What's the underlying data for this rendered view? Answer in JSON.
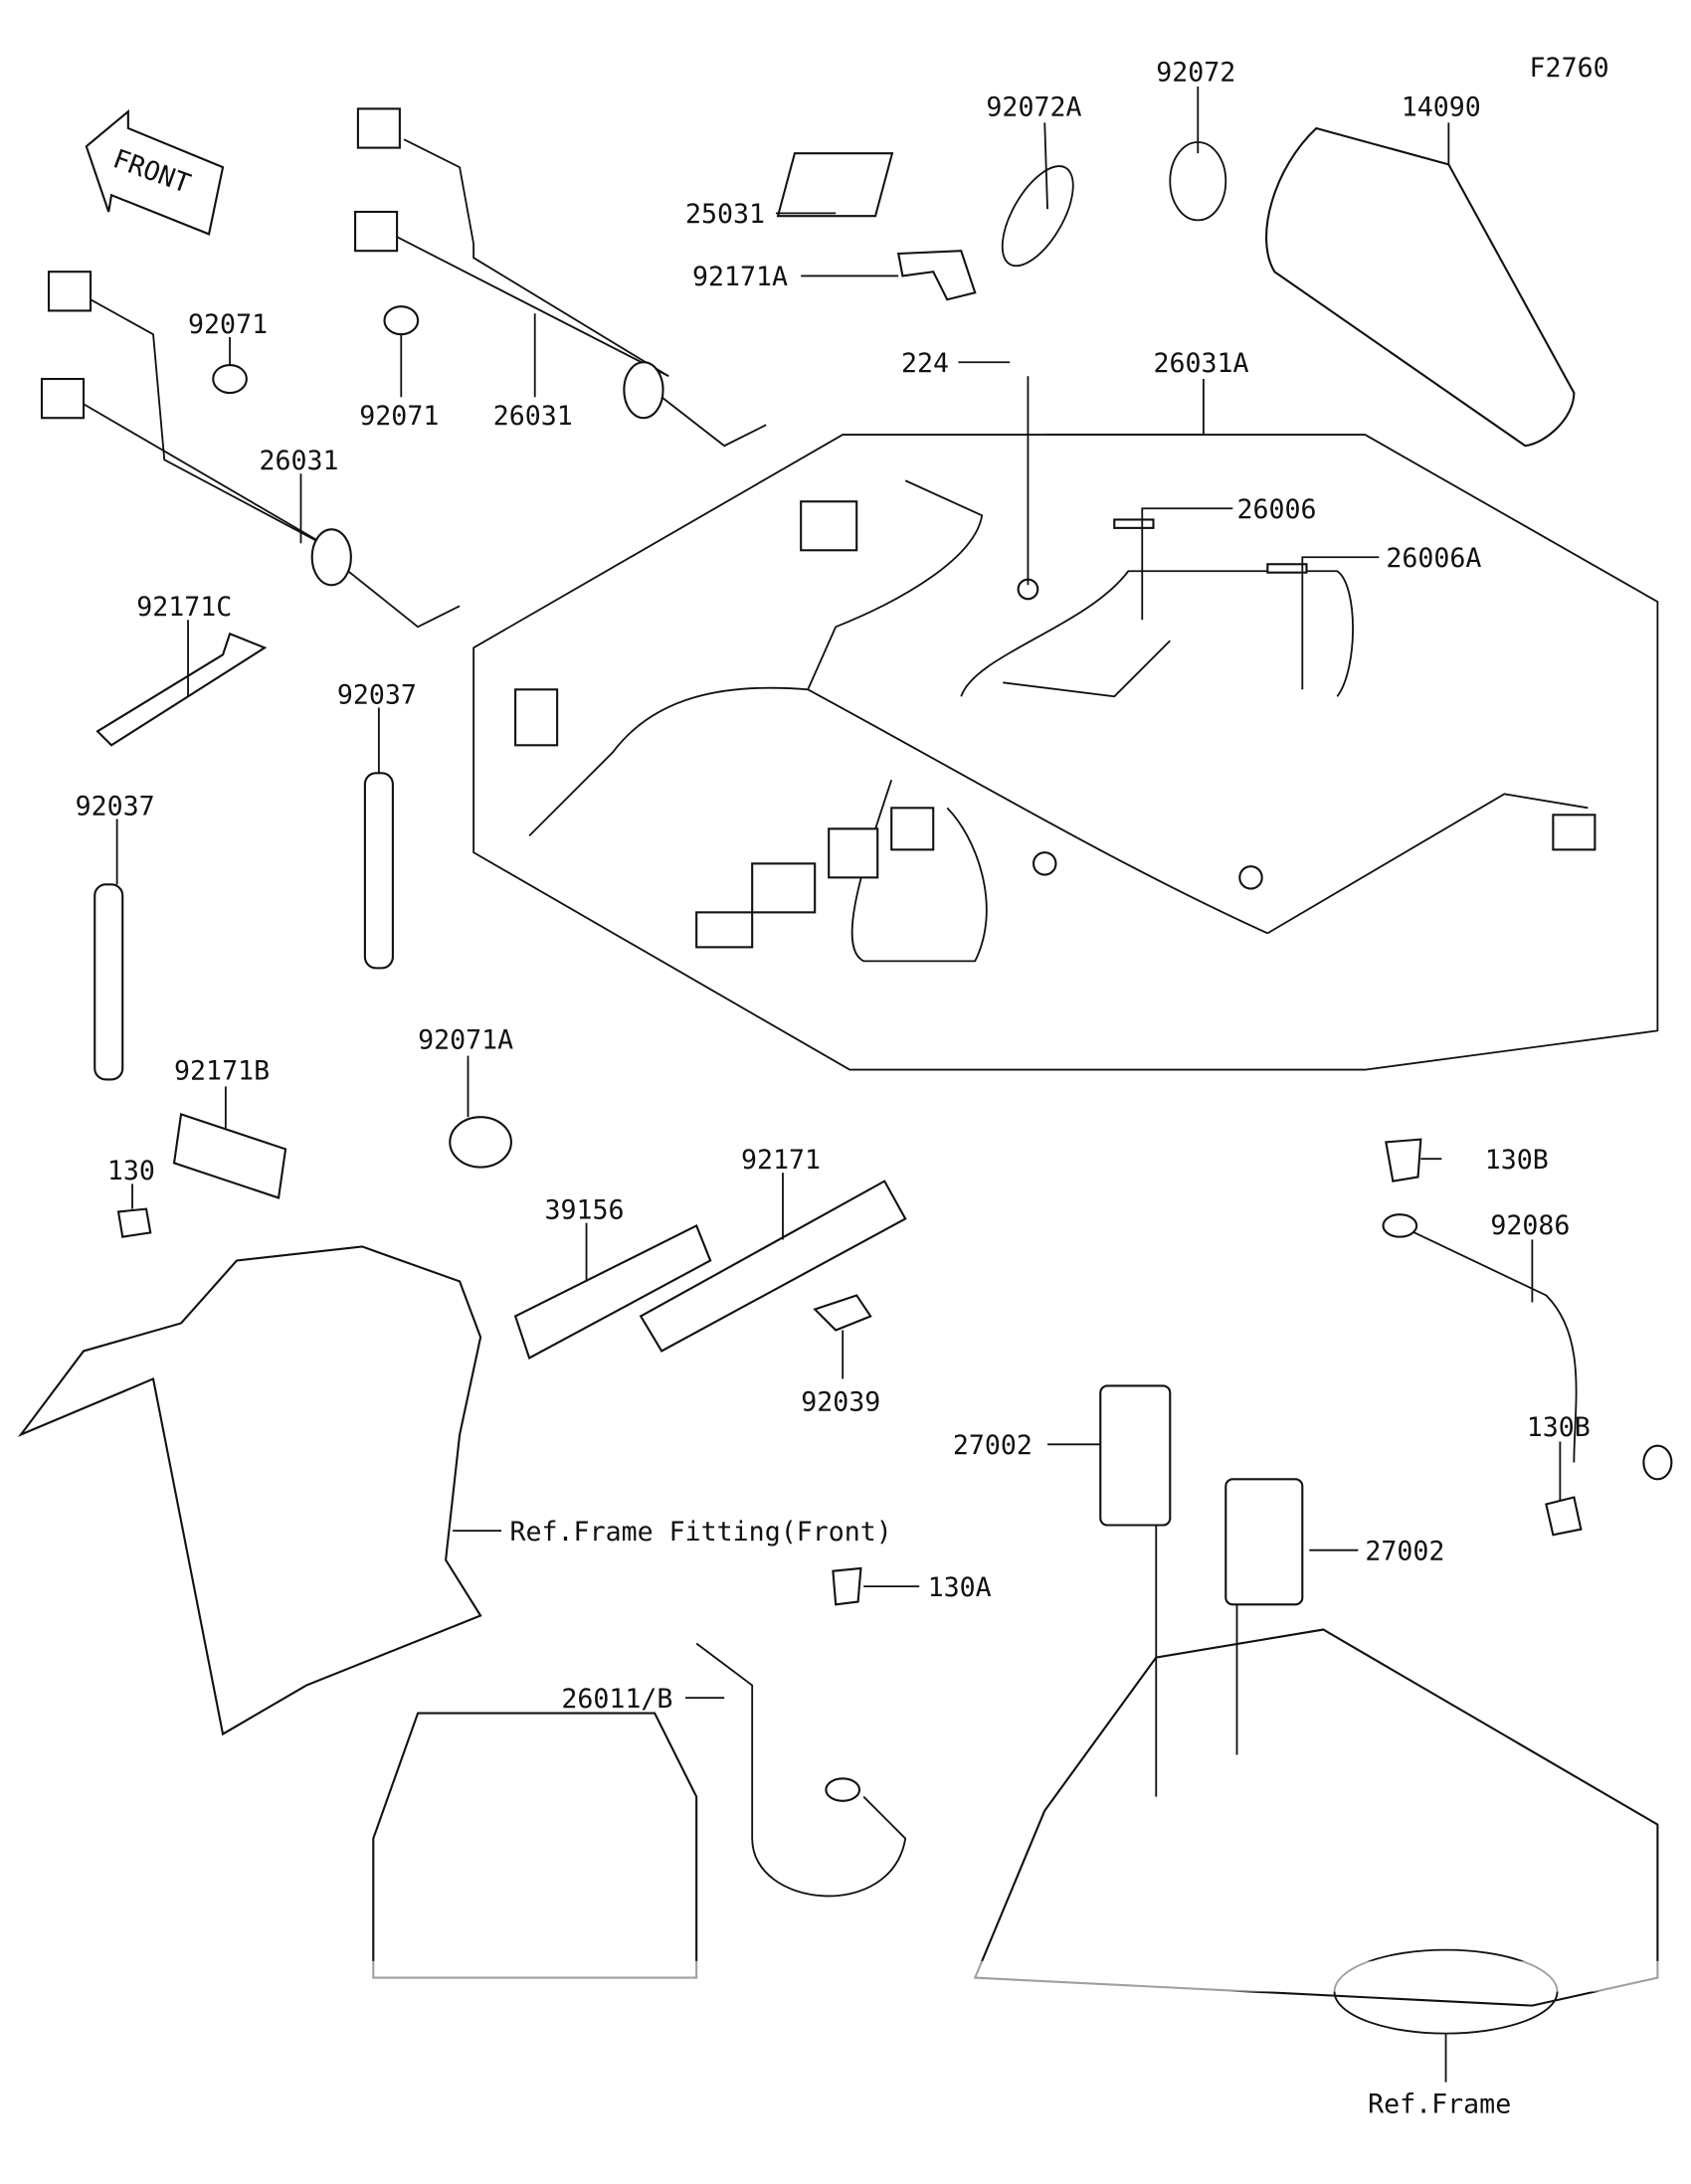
{
  "diagram_code": "F2760",
  "front_arrow": "FRONT",
  "parts": {
    "p92072A": "92072A",
    "p92072": "92072",
    "p14090": "14090",
    "p25031": "25031",
    "p92171A": "92171A",
    "p224": "224",
    "p26031A": "26031A",
    "p26006": "26006",
    "p26006A": "26006A",
    "p92071_a": "92071",
    "p92071_b": "92071",
    "p26031_a": "26031",
    "p26031_b": "26031",
    "p92171C": "92171C",
    "p92037_a": "92037",
    "p92037_b": "92037",
    "p92071A": "92071A",
    "p92171B": "92171B",
    "p130": "130",
    "p39156": "39156",
    "p92171": "92171",
    "p92039": "92039",
    "p130B_a": "130B",
    "p92086": "92086",
    "p130B_b": "130B",
    "p27002_a": "27002",
    "p27002_b": "27002",
    "p130A": "130A",
    "p26011B": "26011/B"
  },
  "references": {
    "frame_fitting_front": "Ref.Frame Fitting(Front)",
    "frame": "Ref.Frame"
  }
}
